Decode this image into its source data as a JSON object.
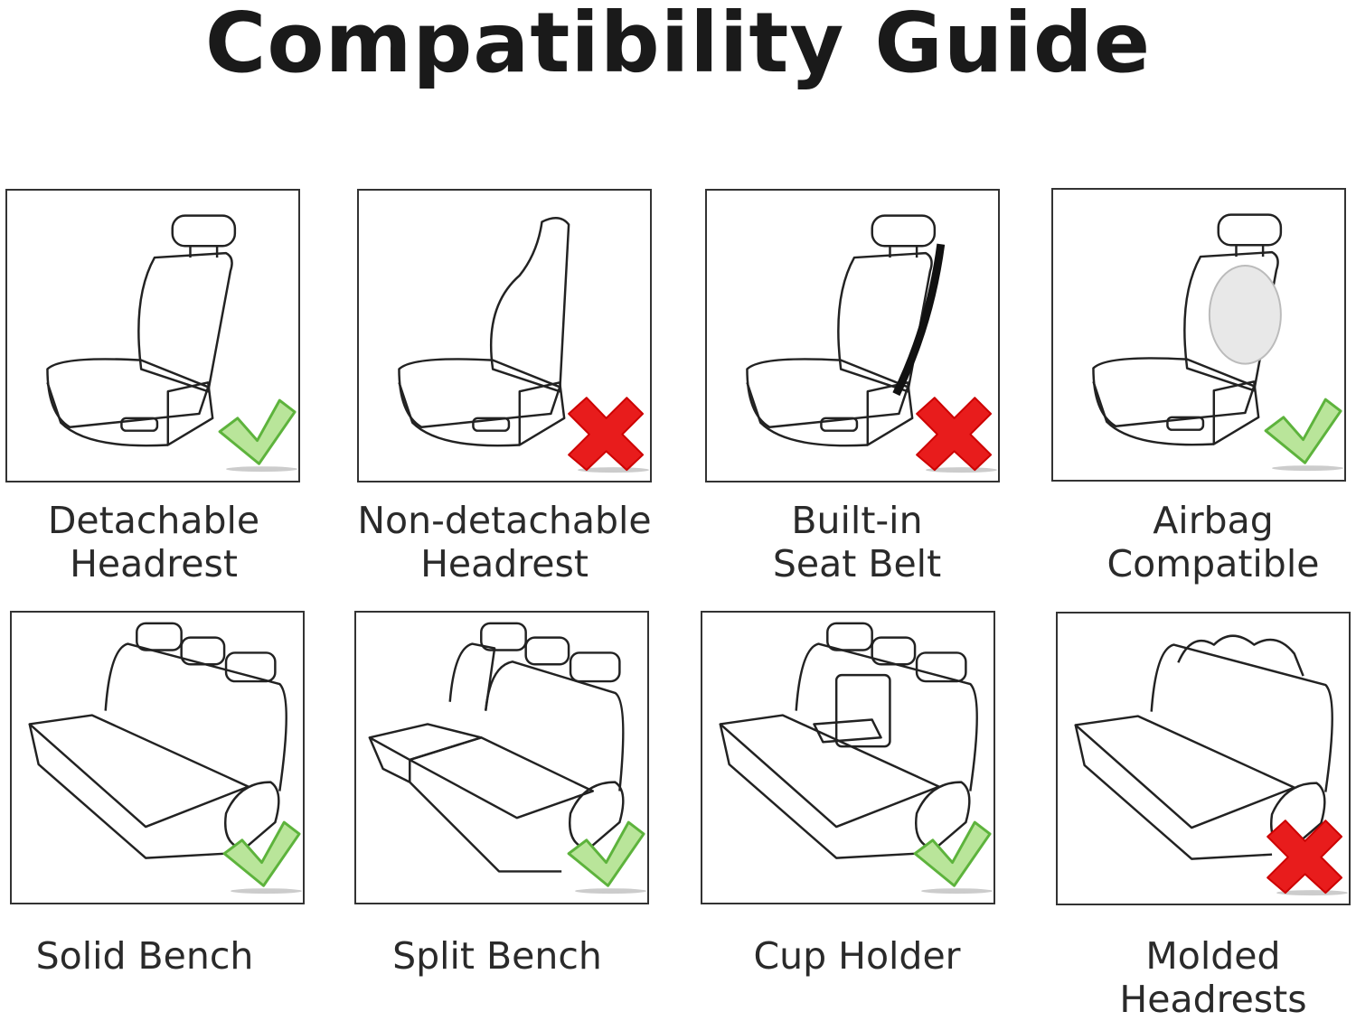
{
  "title": "Compatibility Guide",
  "colors": {
    "check": "#7cc85a",
    "cross": "#e81c1c"
  },
  "items": [
    {
      "label_line1": "Detachable",
      "label_line2": "Headrest",
      "status": "compatible",
      "status_icon": "check-icon"
    },
    {
      "label_line1": "Non-detachable",
      "label_line2": "Headrest",
      "status": "not-compatible",
      "status_icon": "cross-icon"
    },
    {
      "label_line1": "Built-in",
      "label_line2": "Seat Belt",
      "status": "not-compatible",
      "status_icon": "cross-icon"
    },
    {
      "label_line1": "Airbag",
      "label_line2": "Compatible",
      "status": "compatible",
      "status_icon": "check-icon"
    },
    {
      "label_line1": "Solid Bench",
      "label_line2": "",
      "status": "compatible",
      "status_icon": "check-icon"
    },
    {
      "label_line1": "Split Bench",
      "label_line2": "",
      "status": "compatible",
      "status_icon": "check-icon"
    },
    {
      "label_line1": "Cup Holder",
      "label_line2": "",
      "status": "compatible",
      "status_icon": "check-icon"
    },
    {
      "label_line1": "Molded",
      "label_line2": "Headrests",
      "status": "not-compatible",
      "status_icon": "cross-icon"
    }
  ]
}
